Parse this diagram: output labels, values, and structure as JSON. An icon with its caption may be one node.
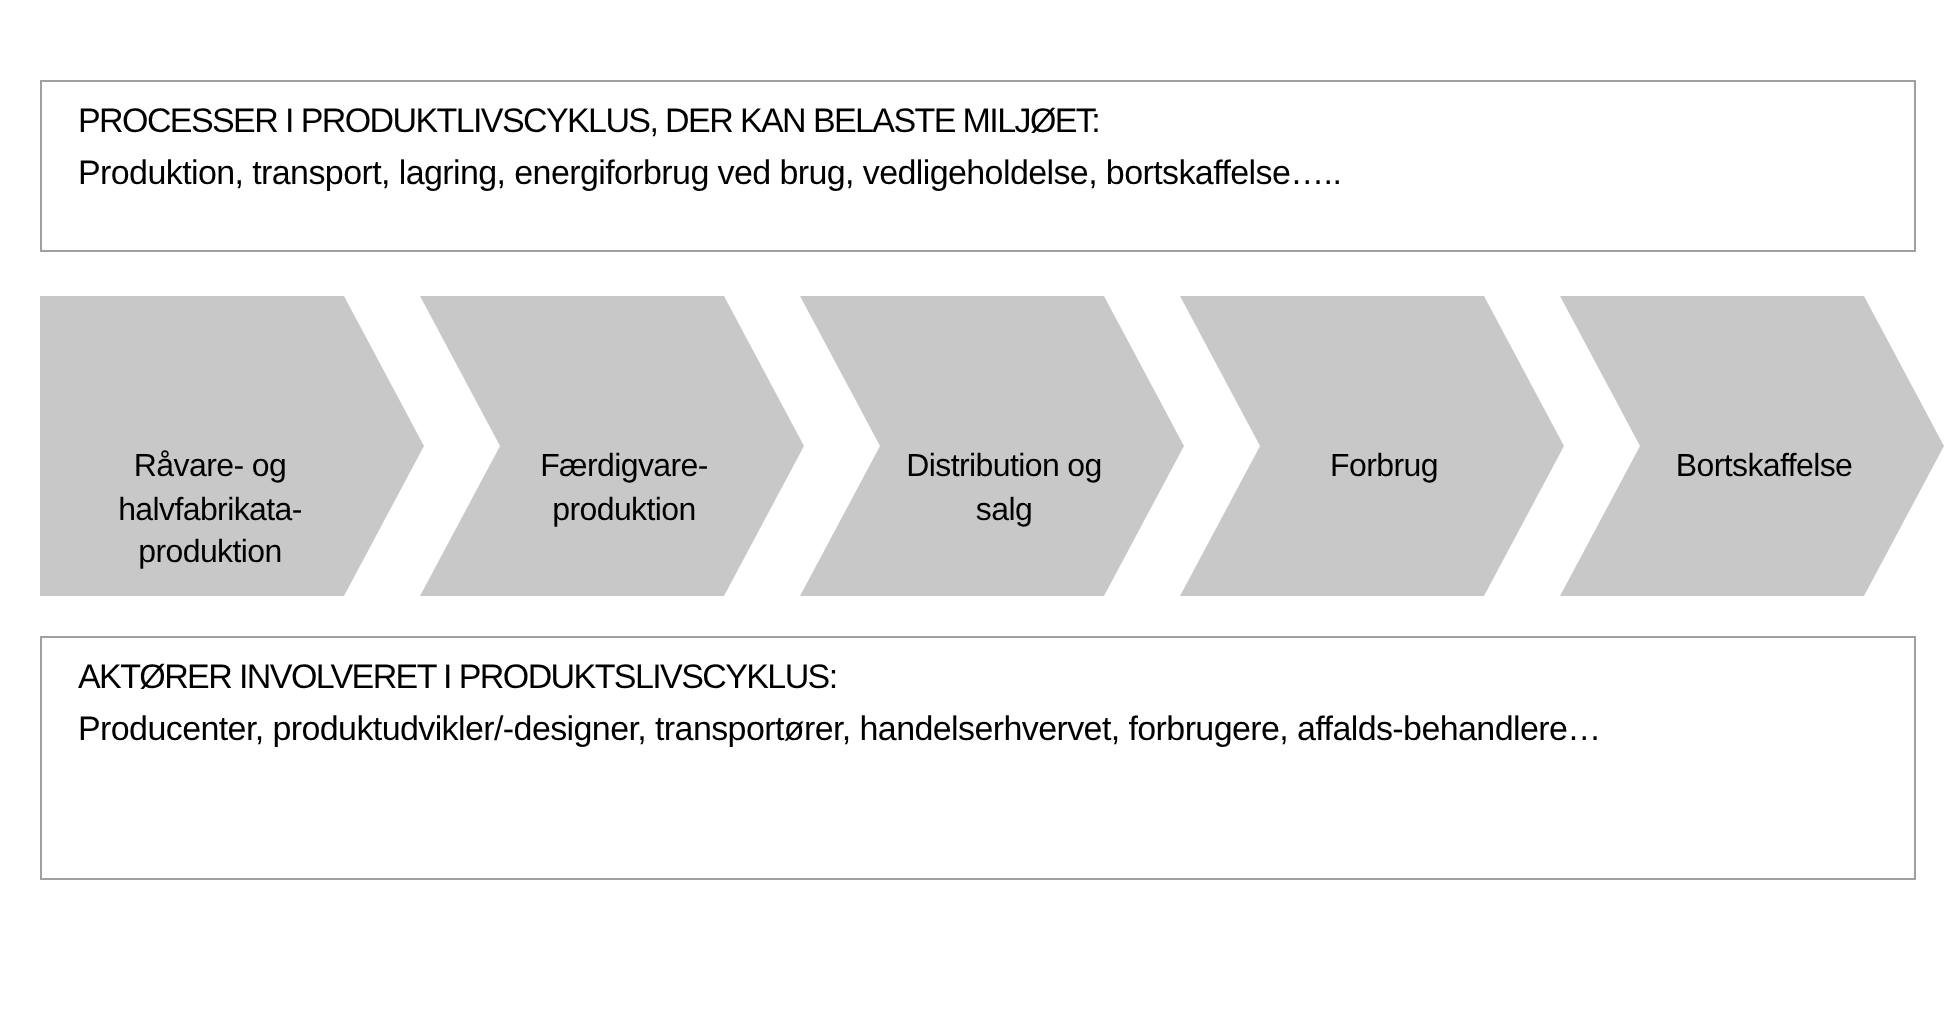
{
  "diagram": {
    "nodes": [
      {
        "text": [
          "PROCESSER I PRODUKTLIVSCYKLUS, DER KAN BELASTE MILJØET:",
          "Produktion, transport, lagring, energiforbrug ved brug, vedligeholdelse, bortskaffelse….."
        ]
      },
      {
        "text": [
          "Råvare- og halvfabrikata-produktion"
        ]
      },
      {
        "text": [
          "Færdigvare-produktion"
        ]
      },
      {
        "text": [
          "Distribution og salg"
        ]
      },
      {
        "text": [
          "Forbrug"
        ]
      },
      {
        "text": [
          "Bortskaffelse"
        ]
      },
      {
        "text": [
          "AKTØRER INVOLVERET I PRODUKTSLIVSCYKLUS:",
          "Producenter, produktudvikler/-designer, transportører, handelserhvervet, forbrugere, affalds-behandlere…"
        ]
      }
    ]
  }
}
